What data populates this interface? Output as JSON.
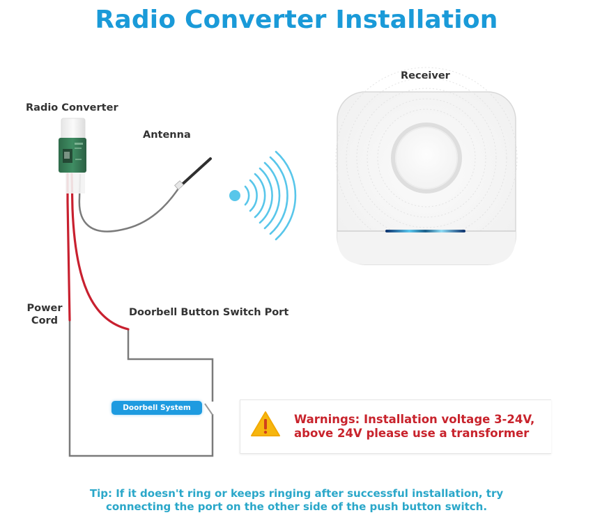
{
  "title": "Radio Converter Installation",
  "labels": {
    "radio_converter": "Radio Converter",
    "antenna": "Antenna",
    "receiver": "Receiver",
    "power_cord_line1": "Power",
    "power_cord_line2": "Cord",
    "switch_port": "Doorbell Button Switch Port"
  },
  "doorbell_system_badge": "Doorbell System",
  "warning": {
    "icon": "warning-triangle-icon",
    "line1": "Warnings:  Installation voltage 3-24V,",
    "line2": "above 24V please use a transformer"
  },
  "tip": {
    "line1": "Tip: If it doesn't ring or keeps ringing after successful installation, try",
    "line2": "connecting the port on the other side of the push button switch."
  },
  "colors": {
    "title": "#1a9ad8",
    "wire_red": "#c8202f",
    "wire_gray": "#777777",
    "badge": "#1e9be0",
    "warning_text": "#c8232c",
    "warning_icon": "#f6b60f",
    "tip_text": "#2aa7c9",
    "signal": "#58c6ea"
  }
}
